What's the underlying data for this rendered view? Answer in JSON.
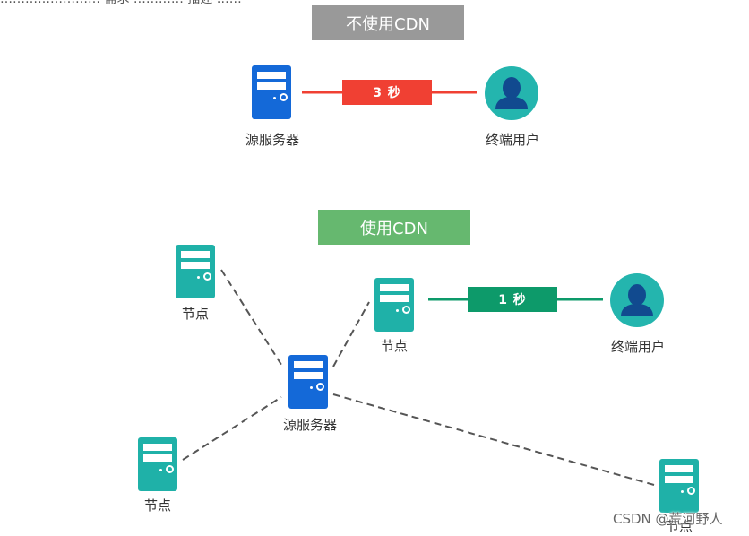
{
  "top_cut_text": "…………………… 需求 ………… 描述 ……",
  "banners": {
    "without_cdn": "不使用CDN",
    "with_cdn": "使用CDN"
  },
  "badges": {
    "without_cdn_time": "3 秒",
    "with_cdn_time": "1 秒"
  },
  "labels": {
    "origin_server_top": "源服务器",
    "end_user_top": "终端用户",
    "node_top_left": "节点",
    "node_center": "节点",
    "end_user_bottom": "终端用户",
    "origin_server_bottom": "源服务器",
    "node_bottom_left": "节点",
    "node_bottom_right": "节点"
  },
  "watermark": "CSDN @荒河野人",
  "colors": {
    "gray_banner": "#999999",
    "green_banner": "#66b86f",
    "red_badge": "#f04033",
    "green_badge": "#0d9a6a",
    "blue_server": "#1469d8",
    "teal_node": "#1fb1a8",
    "user_avatar": "#24b5ae"
  },
  "icons": {
    "server": "server-icon",
    "user": "user-icon"
  }
}
